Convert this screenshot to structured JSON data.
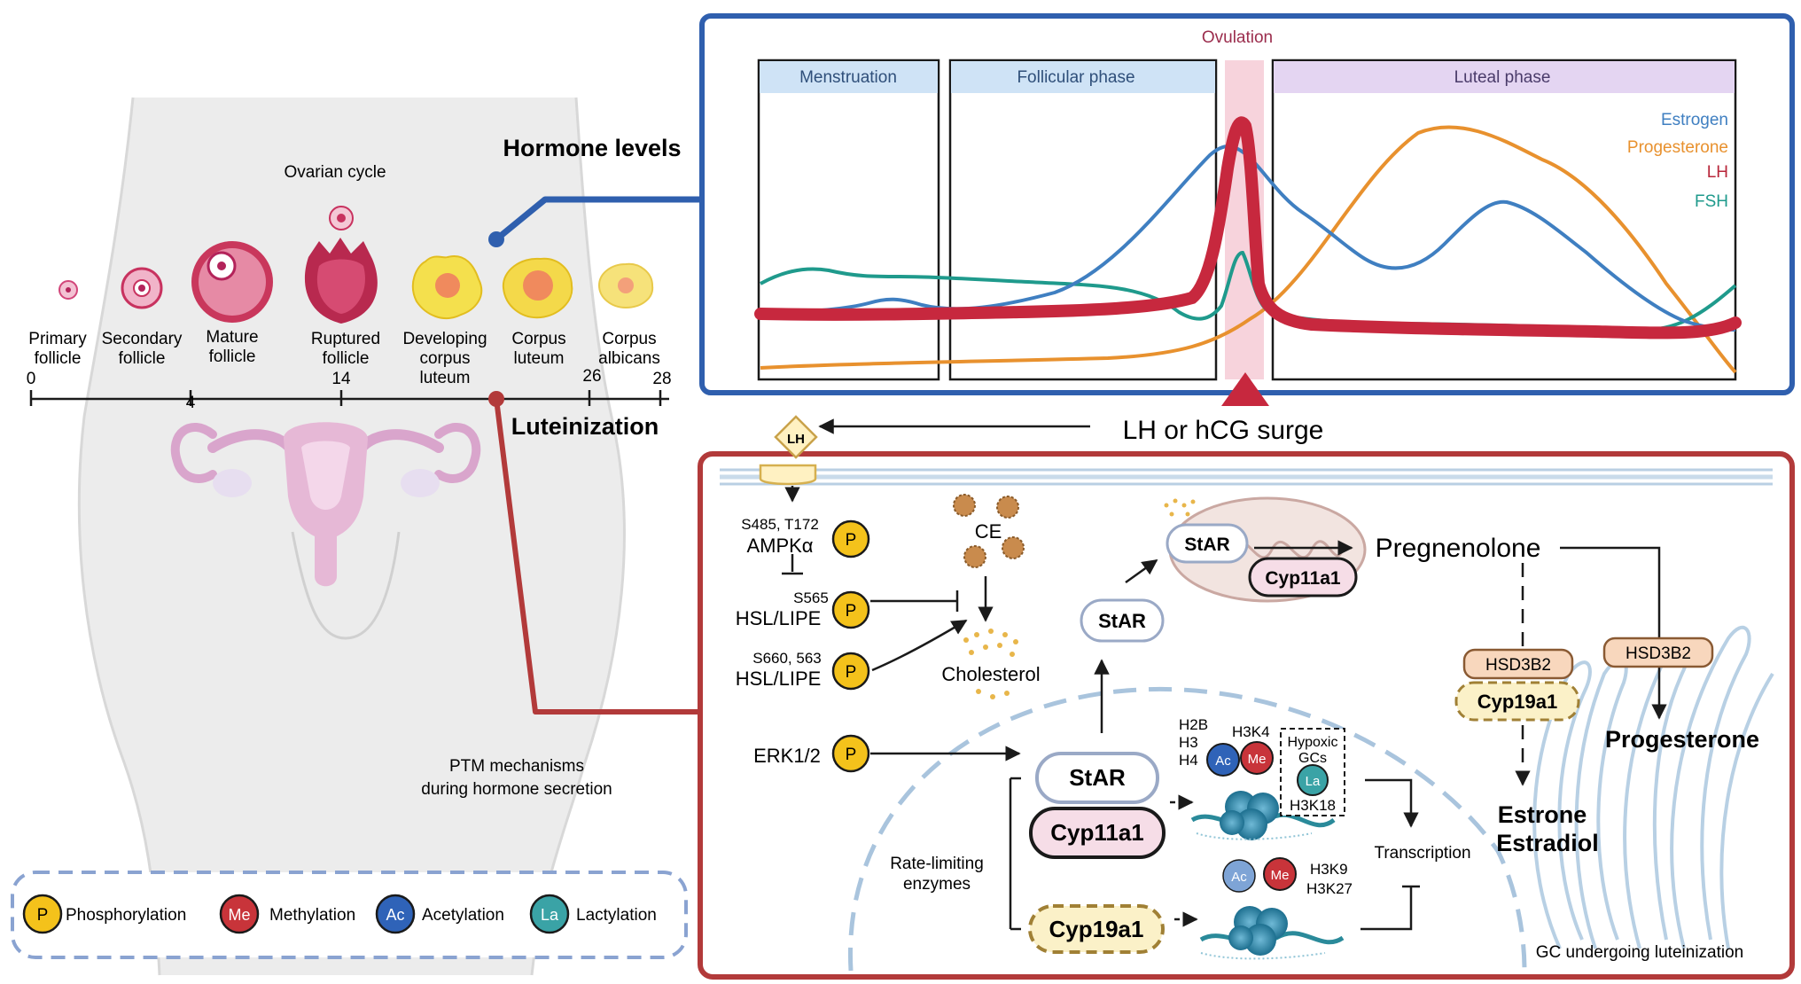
{
  "ovarian_panel": {
    "title": "Ovarian cycle",
    "stages": [
      {
        "line1": "Primary",
        "line2": "follicle",
        "line3": ""
      },
      {
        "line1": "Secondary",
        "line2": "follicle",
        "line3": ""
      },
      {
        "line1": "Mature",
        "line2": "follicle",
        "line3": ""
      },
      {
        "line1": "Ruptured",
        "line2": "follicle",
        "line3": ""
      },
      {
        "line1": "Developing",
        "line2": "corpus",
        "line3": "luteum"
      },
      {
        "line1": "Corpus",
        "line2": "luteum",
        "line3": ""
      },
      {
        "line1": "Corpus",
        "line2": "albicans",
        "line3": ""
      }
    ],
    "days": [
      "0",
      "4",
      "14",
      "26",
      "28"
    ],
    "hormone_levels_label": "Hormone levels",
    "luteinization_label": "Luteinization",
    "ptm_caption_line1": "PTM mechanisms",
    "ptm_caption_line2": "during hormone secretion"
  },
  "legend": {
    "items": [
      {
        "badge": "P",
        "label": "Phosphorylation",
        "color": "#f4c21b"
      },
      {
        "badge": "Me",
        "label": "Methylation",
        "color": "#c8343a"
      },
      {
        "badge": "Ac",
        "label": "Acetylation",
        "color": "#2f63b8"
      },
      {
        "badge": "La",
        "label": "Lactylation",
        "color": "#3aa3a6"
      }
    ]
  },
  "hormone_chart": {
    "ovulation_label": "Ovulation",
    "phases": [
      "Menstruation",
      "Follicular phase",
      "Luteal phase"
    ],
    "series": [
      {
        "name": "Estrogen",
        "color": "#3f7fc1"
      },
      {
        "name": "Progesterone",
        "color": "#e8912e"
      },
      {
        "name": "LH",
        "color": "#b8263a"
      },
      {
        "name": "FSH",
        "color": "#1f9a8c"
      }
    ],
    "surge_label": "LH or hCG surge"
  },
  "pathway": {
    "lh_receptor": "LH",
    "ampk_sites": "S485, T172",
    "ampk": "AMPKα",
    "hsl1_site": "S565",
    "hsl1": "HSL/LIPE",
    "hsl2_site": "S660, 563",
    "hsl2": "HSL/LIPE",
    "erk": "ERK1/2",
    "phospho_badge": "P",
    "ce": "CE",
    "cholesterol": "Cholesterol",
    "star_cyto": "StAR",
    "star_mito": "StAR",
    "cyp11a1_mito": "Cyp11a1",
    "pregnenolone": "Pregnenolone",
    "hsd3b2_left": "HSD3B2",
    "hsd3b2_right": "HSD3B2",
    "cyp19a1_er": "Cyp19a1",
    "progesterone": "Progesterone",
    "estrone": "Estrone",
    "estradiol": "Estradiol",
    "star_nuc": "StAR",
    "cyp11a1_nuc": "Cyp11a1",
    "cyp19a1_nuc": "Cyp19a1",
    "rate_limiting_line1": "Rate-limiting",
    "rate_limiting_line2": "enzymes",
    "histone_top_1": "H2B",
    "histone_top_2": "H3",
    "histone_top_3": "H4",
    "h3k4": "H3K4",
    "hypoxic_line1": "Hypoxic",
    "hypoxic_line2": "GCs",
    "h3k18": "H3K18",
    "h3k9": "H3K9",
    "h3k27": "H3K27",
    "ac_badge": "Ac",
    "me_badge": "Me",
    "la_badge": "La",
    "transcription": "Transcription",
    "gc_caption": "GC undergoing luteinization"
  }
}
